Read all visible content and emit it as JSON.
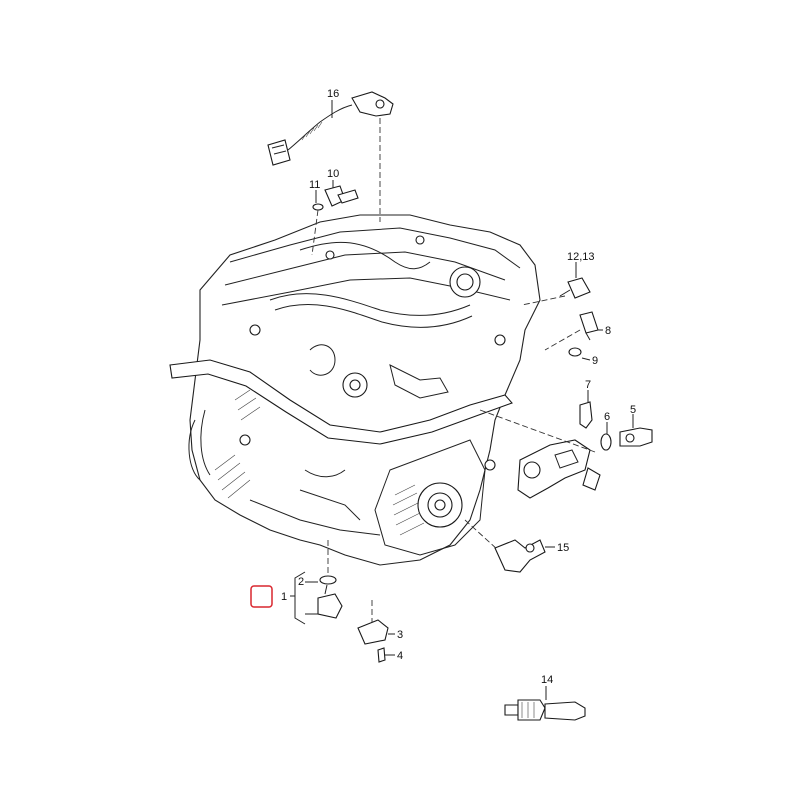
{
  "callouts": {
    "c1": "1",
    "c2": "2",
    "c3": "3",
    "c4": "4",
    "c5": "5",
    "c6": "6",
    "c7": "7",
    "c8": "8",
    "c9": "9",
    "c10": "10",
    "c11": "11",
    "c12_13": "12,13",
    "c14": "14",
    "c15": "15",
    "c16": "16"
  },
  "colors": {
    "highlight_box": "#d9262e",
    "line": "#222222"
  }
}
